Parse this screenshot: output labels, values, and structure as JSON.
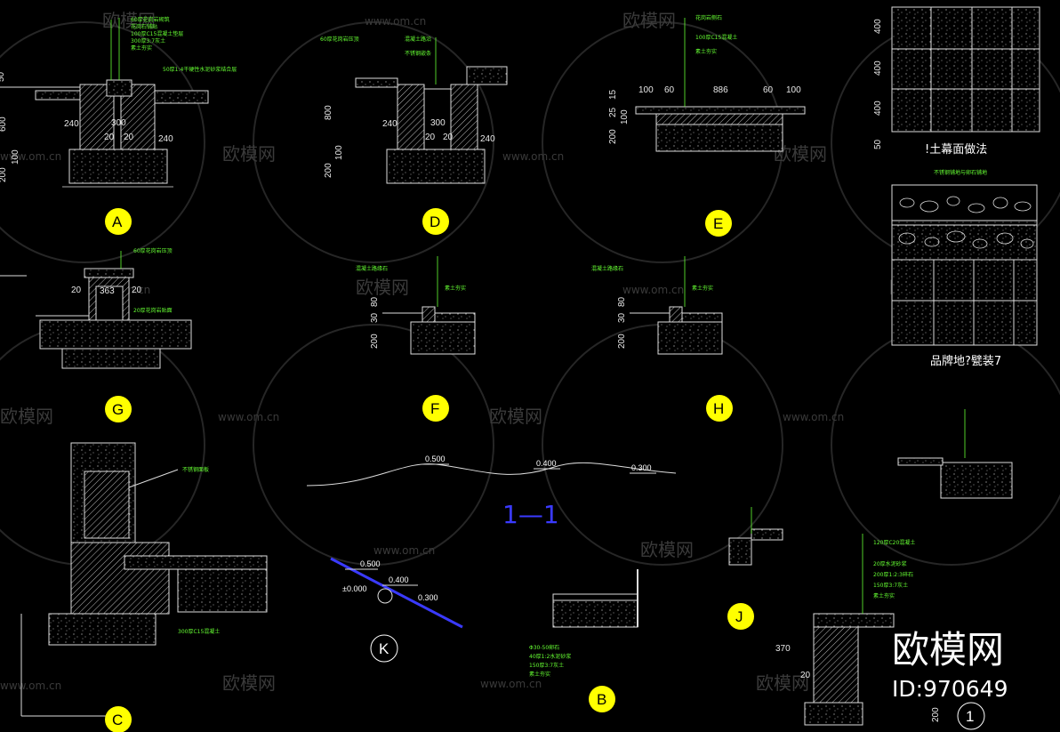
{
  "watermark": {
    "site": "www.om.cn",
    "brand": "欧模网"
  },
  "brand_logo": {
    "name": "欧模网",
    "id": "ID:970649"
  },
  "details": {
    "A": {
      "tag": "A",
      "dims": [
        "50",
        "600",
        "100",
        "200",
        "240",
        "300",
        "20",
        "20",
        "240"
      ],
      "notes": [
        "60厚花岗岩砌筑",
        "花岗石铺贴",
        "100厚C15混凝土垫层",
        "300厚3:7灰土",
        "素土夯实",
        "50厚1:4干硬性水泥砂浆结合层"
      ]
    },
    "D": {
      "tag": "D",
      "dims": [
        "800",
        "100",
        "200",
        "240",
        "300",
        "20",
        "20",
        "240"
      ],
      "notes": [
        "60厚花岗岩压顶",
        "混凝土路沿",
        "不锈钢嵌条"
      ]
    },
    "E": {
      "tag": "E",
      "dims": [
        "100",
        "60",
        "886",
        "60",
        "100",
        "25",
        "15",
        "200",
        "100"
      ],
      "notes": [
        "花岗岩侧石",
        "100厚C15混凝土",
        "素土夯实"
      ]
    },
    "G": {
      "tag": "G",
      "dims": [
        "20",
        "363",
        "20"
      ],
      "notes": [
        "60厚花岗岩压顶",
        "20厚花岗岩贴面"
      ]
    },
    "F": {
      "tag": "F",
      "dims": [
        "80",
        "30",
        "200"
      ],
      "notes": [
        "混凝土路缘石",
        "素土夯实"
      ]
    },
    "H": {
      "tag": "H",
      "dims": [
        "80",
        "30",
        "200"
      ],
      "notes": [
        "混凝土路缘石",
        "素土夯实"
      ]
    },
    "C": {
      "tag": "C",
      "notes": [
        "不锈钢面板",
        "300厚C15混凝土"
      ]
    },
    "K": {
      "tag": "K",
      "levels": [
        "0.500",
        "±0.000",
        "0.400",
        "0.300"
      ]
    },
    "B": {
      "tag": "B",
      "notes": [
        "Φ30-50卵石",
        "40厚1:2水泥砂浆",
        "150厚3:7灰土",
        "素土夯实"
      ]
    },
    "J": {
      "tag": "J"
    },
    "one": {
      "tag": "1",
      "dims": [
        "370",
        "20",
        "200"
      ],
      "notes": [
        "120厚C20混凝土",
        "20厚水泥砂浆",
        "200厚1:2:3碎石",
        "150厚3:7灰土",
        "素土夯实"
      ]
    }
  },
  "plans": {
    "tile_plan": {
      "title": "!土幕面做法",
      "dims": [
        "400",
        "400",
        "400",
        "50"
      ]
    },
    "pebble_plan": {
      "title": "品牌地?甓装7",
      "note": "不锈钢铺地与卵石铺地"
    }
  },
  "section_11": {
    "title": "1—1",
    "levels": [
      "0.500",
      "0.400",
      "0.300"
    ]
  }
}
